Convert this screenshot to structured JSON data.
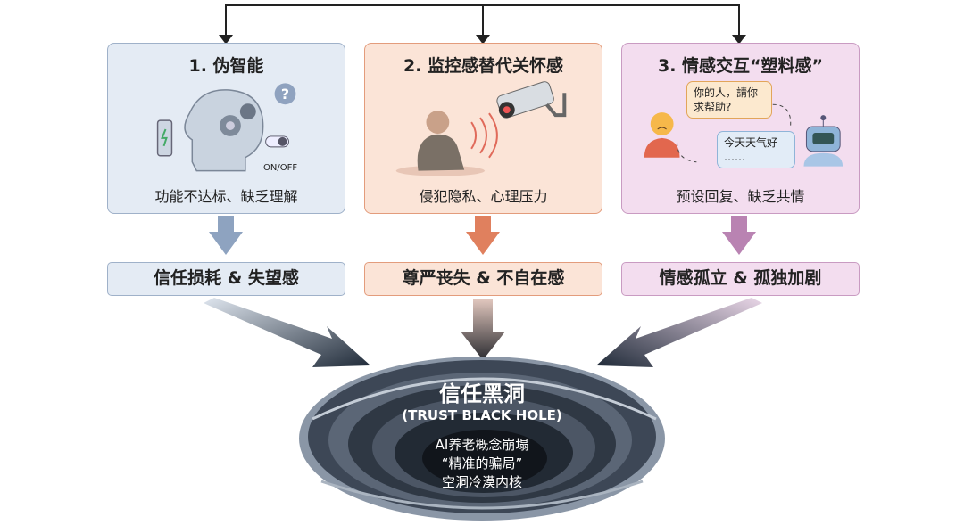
{
  "panels": [
    {
      "title": "1. 伪智能",
      "caption": "功能不达标、缺乏理解",
      "badge": "ON/OFF",
      "icon": "?",
      "color": "#9fb1c9"
    },
    {
      "title": "2. 监控感替代关怀感",
      "caption": "侵犯隐私、心理压力",
      "color": "#e39c7c"
    },
    {
      "title": "3. 情感交互“塑料感”",
      "caption": "预设回复、缺乏共情",
      "bubble_user": "你的人，請你求帮助?",
      "bubble_robot": "今天天气好",
      "bubble_robot_ellipsis": "……",
      "color": "#c99bc2"
    }
  ],
  "results": [
    "信任损耗 & 失望感",
    "尊严丧失 & 不自在感",
    "情感孤立 & 孤独加剧"
  ],
  "hole": {
    "title": "信任黑洞",
    "subtitle": "(TRUST BLACK HOLE)",
    "lines": [
      "AI养老概念崩塌",
      "“精准的骗局”",
      "空洞冷漠内核"
    ]
  }
}
